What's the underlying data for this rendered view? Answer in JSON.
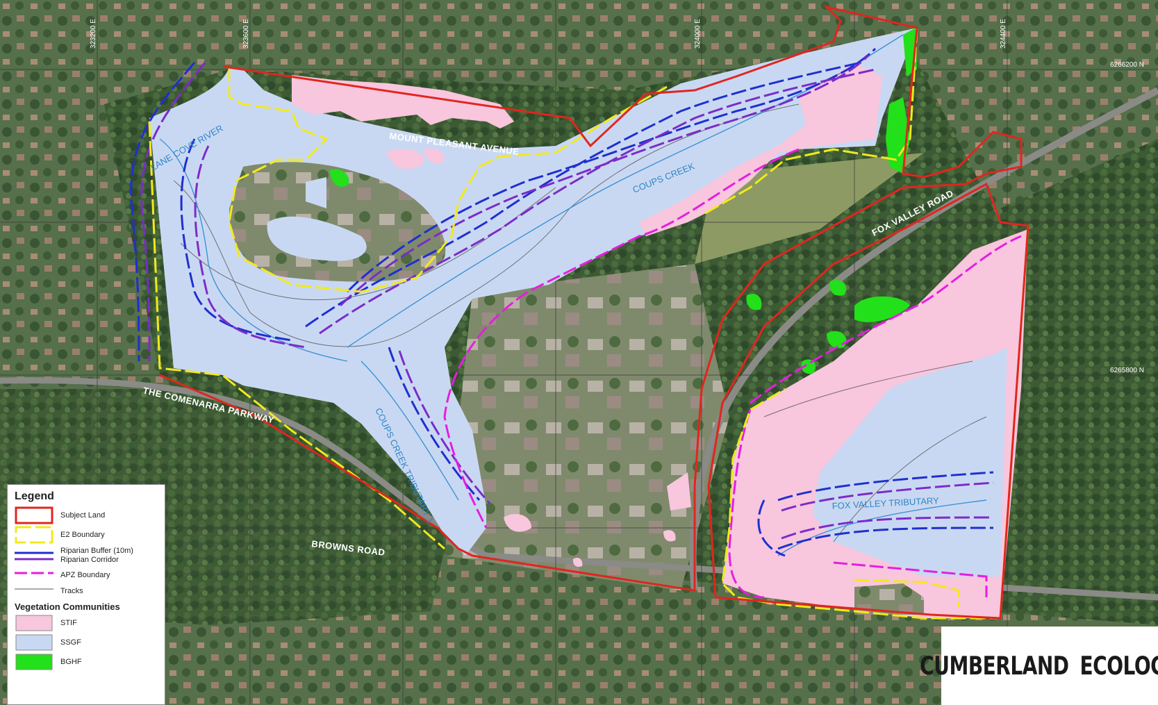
{
  "map": {
    "streets": {
      "mount_pleasant": "MOUNT PLEASANT AVENUE",
      "comenarra": "THE COMENARRA PARKWAY",
      "browns": "BROWNS ROAD",
      "fox_valley": "FOX VALLEY ROAD"
    },
    "creeks": {
      "lane_cove": "LANE COVE RIVER",
      "coups": "COUPS CREEK",
      "coups_tributary": "COUPS CREEK TRIBUTARY 1",
      "fox_valley": "FOX VALLEY TRIBUTARY"
    },
    "grid": {
      "e1": "323200 E",
      "e2": "323600 E",
      "e3": "324000 E",
      "e4": "324400 E",
      "n1": "6266200 N",
      "n2": "6265800 N"
    }
  },
  "legend": {
    "title": "Legend",
    "items": [
      {
        "label": "Subject Land",
        "color": "#e0261f"
      },
      {
        "label": "E2 Boundary",
        "color": "#f2e91d"
      },
      {
        "label": "Riparian Buffer (10m)",
        "color": "#1f2fd0"
      },
      {
        "label": "Riparian Corridor",
        "color": "#7b2cc9"
      },
      {
        "label": "APZ Boundary",
        "color": "#e51ee0"
      },
      {
        "label": "Tracks",
        "color": "#555555"
      }
    ],
    "section": "Vegetation Communities",
    "vegetation": [
      {
        "label": "STIF",
        "color": "#f8c6dd"
      },
      {
        "label": "SSGF",
        "color": "#c9d8f2"
      },
      {
        "label": "BGHF",
        "color": "#22e01a"
      }
    ]
  },
  "logo": {
    "left": "CUMBERLAND",
    "right": "ECOLOGY"
  }
}
